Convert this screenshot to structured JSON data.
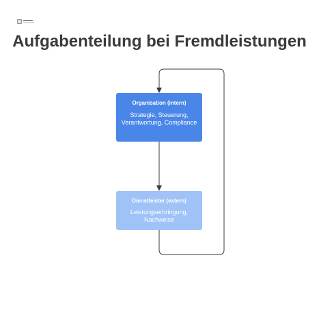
{
  "header": {
    "title": "Aufgabenteilung bei Fremdleistungen"
  },
  "diagram": {
    "nodes": [
      {
        "id": "organisation",
        "title": "Organisation (intern)",
        "body": "Strategie, Steuerung, Verantwortung, Compliance",
        "color": "#4a86e8"
      },
      {
        "id": "dienstleister",
        "title": "Dienstleister (extern)",
        "body": "Leistungserbringung, Nachweise",
        "color": "#9fc2f7"
      }
    ],
    "edges": [
      {
        "from": "organisation",
        "to": "dienstleister"
      },
      {
        "from": "dienstleister",
        "to": "organisation"
      }
    ]
  },
  "colors": {
    "title_text": "#3a3a3a",
    "connector": "#3a3a3a",
    "node_text": "#ffffff"
  }
}
